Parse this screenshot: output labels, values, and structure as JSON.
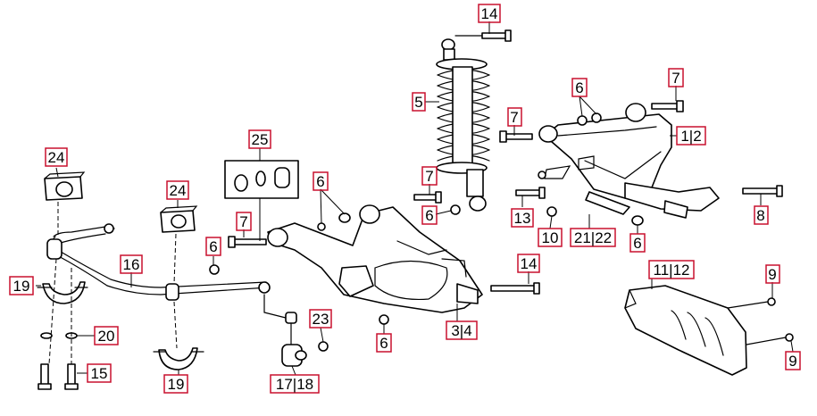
{
  "callouts": {
    "c14_top": "14",
    "c5": "5",
    "c6_upper": "6",
    "c7_upper": "7",
    "c7_right": "7",
    "c1_2": "1|2",
    "c25": "25",
    "c24_left": "24",
    "c24_mid": "24",
    "c6_lower_arm": "6",
    "c7_lower_arm": "7",
    "c6_mid": "6",
    "c13": "13",
    "c8": "8",
    "c10": "10",
    "c21_22": "21|22",
    "c6_right_arm": "6",
    "c7_left": "7",
    "c6_left": "6",
    "c16": "16",
    "c14_mid": "14",
    "c11_12": "11|12",
    "c9_top": "9",
    "c9_bottom": "9",
    "c19_left": "19",
    "c20": "20",
    "c15": "15",
    "c19_bottom": "19",
    "c23": "23",
    "c6_bottom": "6",
    "c3_4": "3|4",
    "c17_18": "17|18"
  },
  "colors": {
    "callout_border": "#c8102e",
    "line": "#000000"
  }
}
